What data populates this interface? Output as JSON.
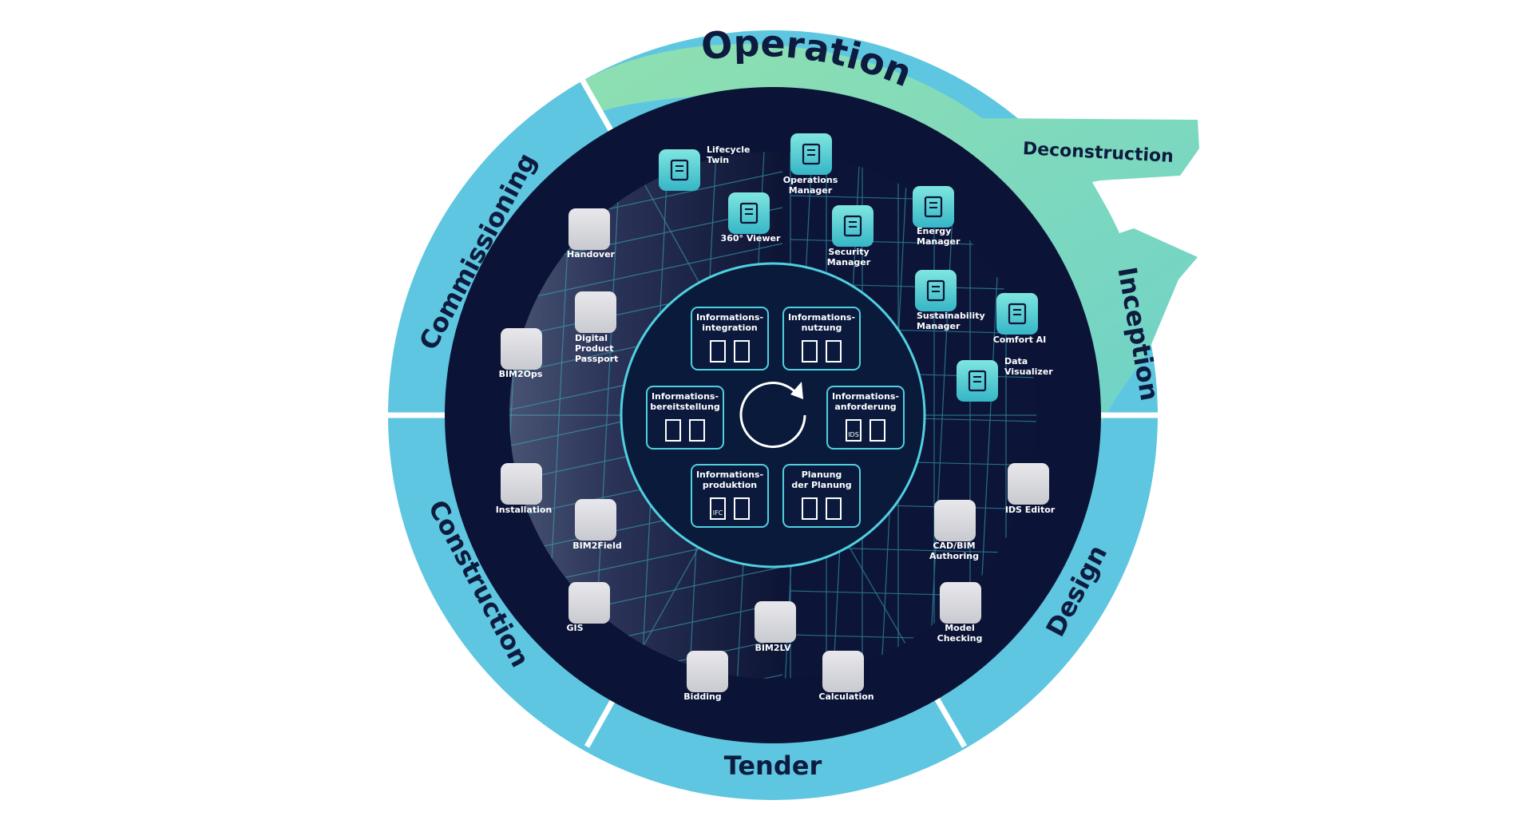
{
  "phases": {
    "operation": "Operation",
    "deconstruction": "Deconstruction",
    "inception": "Inception",
    "design": "Design",
    "tender": "Tender",
    "construction": "Construction",
    "commissioning": "Commissioning"
  },
  "center": {
    "integration": [
      "Informations-",
      "integration"
    ],
    "nutzung": [
      "Informations-",
      "nutzung"
    ],
    "bereitstellung": [
      "Informations-",
      "bereitstellung"
    ],
    "anforderung": [
      "Informations-",
      "anforderung"
    ],
    "produktion": [
      "Informations-",
      "produktion"
    ],
    "planung": [
      "Planung",
      "der Planung"
    ],
    "ids_badge": "IDS",
    "ifc_badge": "IFC"
  },
  "apps_active": {
    "lifecycle_twin": [
      "Lifecycle",
      "Twin"
    ],
    "operations_manager": [
      "Operations",
      "Manager"
    ],
    "viewer_360": [
      "360° Viewer"
    ],
    "security_manager": [
      "Security",
      "Manager"
    ],
    "energy_manager": [
      "Energy",
      "Manager"
    ],
    "sustainability_manager": [
      "Sustainability",
      "Manager"
    ],
    "comfort_ai": [
      "Comfort AI"
    ],
    "data_visualizer": [
      "Data",
      "Visualizer"
    ]
  },
  "apps_inactive": {
    "handover": [
      "Handover"
    ],
    "digital_product_passport": [
      "Digital",
      "Product",
      "Passport"
    ],
    "bim2ops": [
      "BIM2Ops"
    ],
    "installation": [
      "Installation"
    ],
    "bim2field": [
      "BIM2Field"
    ],
    "gis": [
      "GIS"
    ],
    "bim2lv": [
      "BIM2LV"
    ],
    "bidding": [
      "Bidding"
    ],
    "calculation": [
      "Calculation"
    ],
    "cad_bim_authoring": [
      "CAD/BIM",
      "Authoring"
    ],
    "model_checking": [
      "Model",
      "Checking"
    ],
    "ids_editor": [
      "IDS Editor"
    ]
  },
  "colors": {
    "ring_blue": "#5ec6e0",
    "ring_green": "#8ddfb4",
    "dark_navy": "#0b1436",
    "accent_cyan": "#4fd0e0",
    "text_dark": "#0d1b3e"
  },
  "icons": {
    "lifecycle_twin": "building-cycle-icon",
    "operations_manager": "building-pin-icon",
    "viewer_360": "cube-icon",
    "security_manager": "building-shield-icon",
    "energy_manager": "leaf-cycle-icon",
    "sustainability_manager": "leaves-icon",
    "comfort_ai": "globe-icon",
    "data_visualizer": "eye-chart-icon",
    "center_cycle": "refresh-icon"
  }
}
